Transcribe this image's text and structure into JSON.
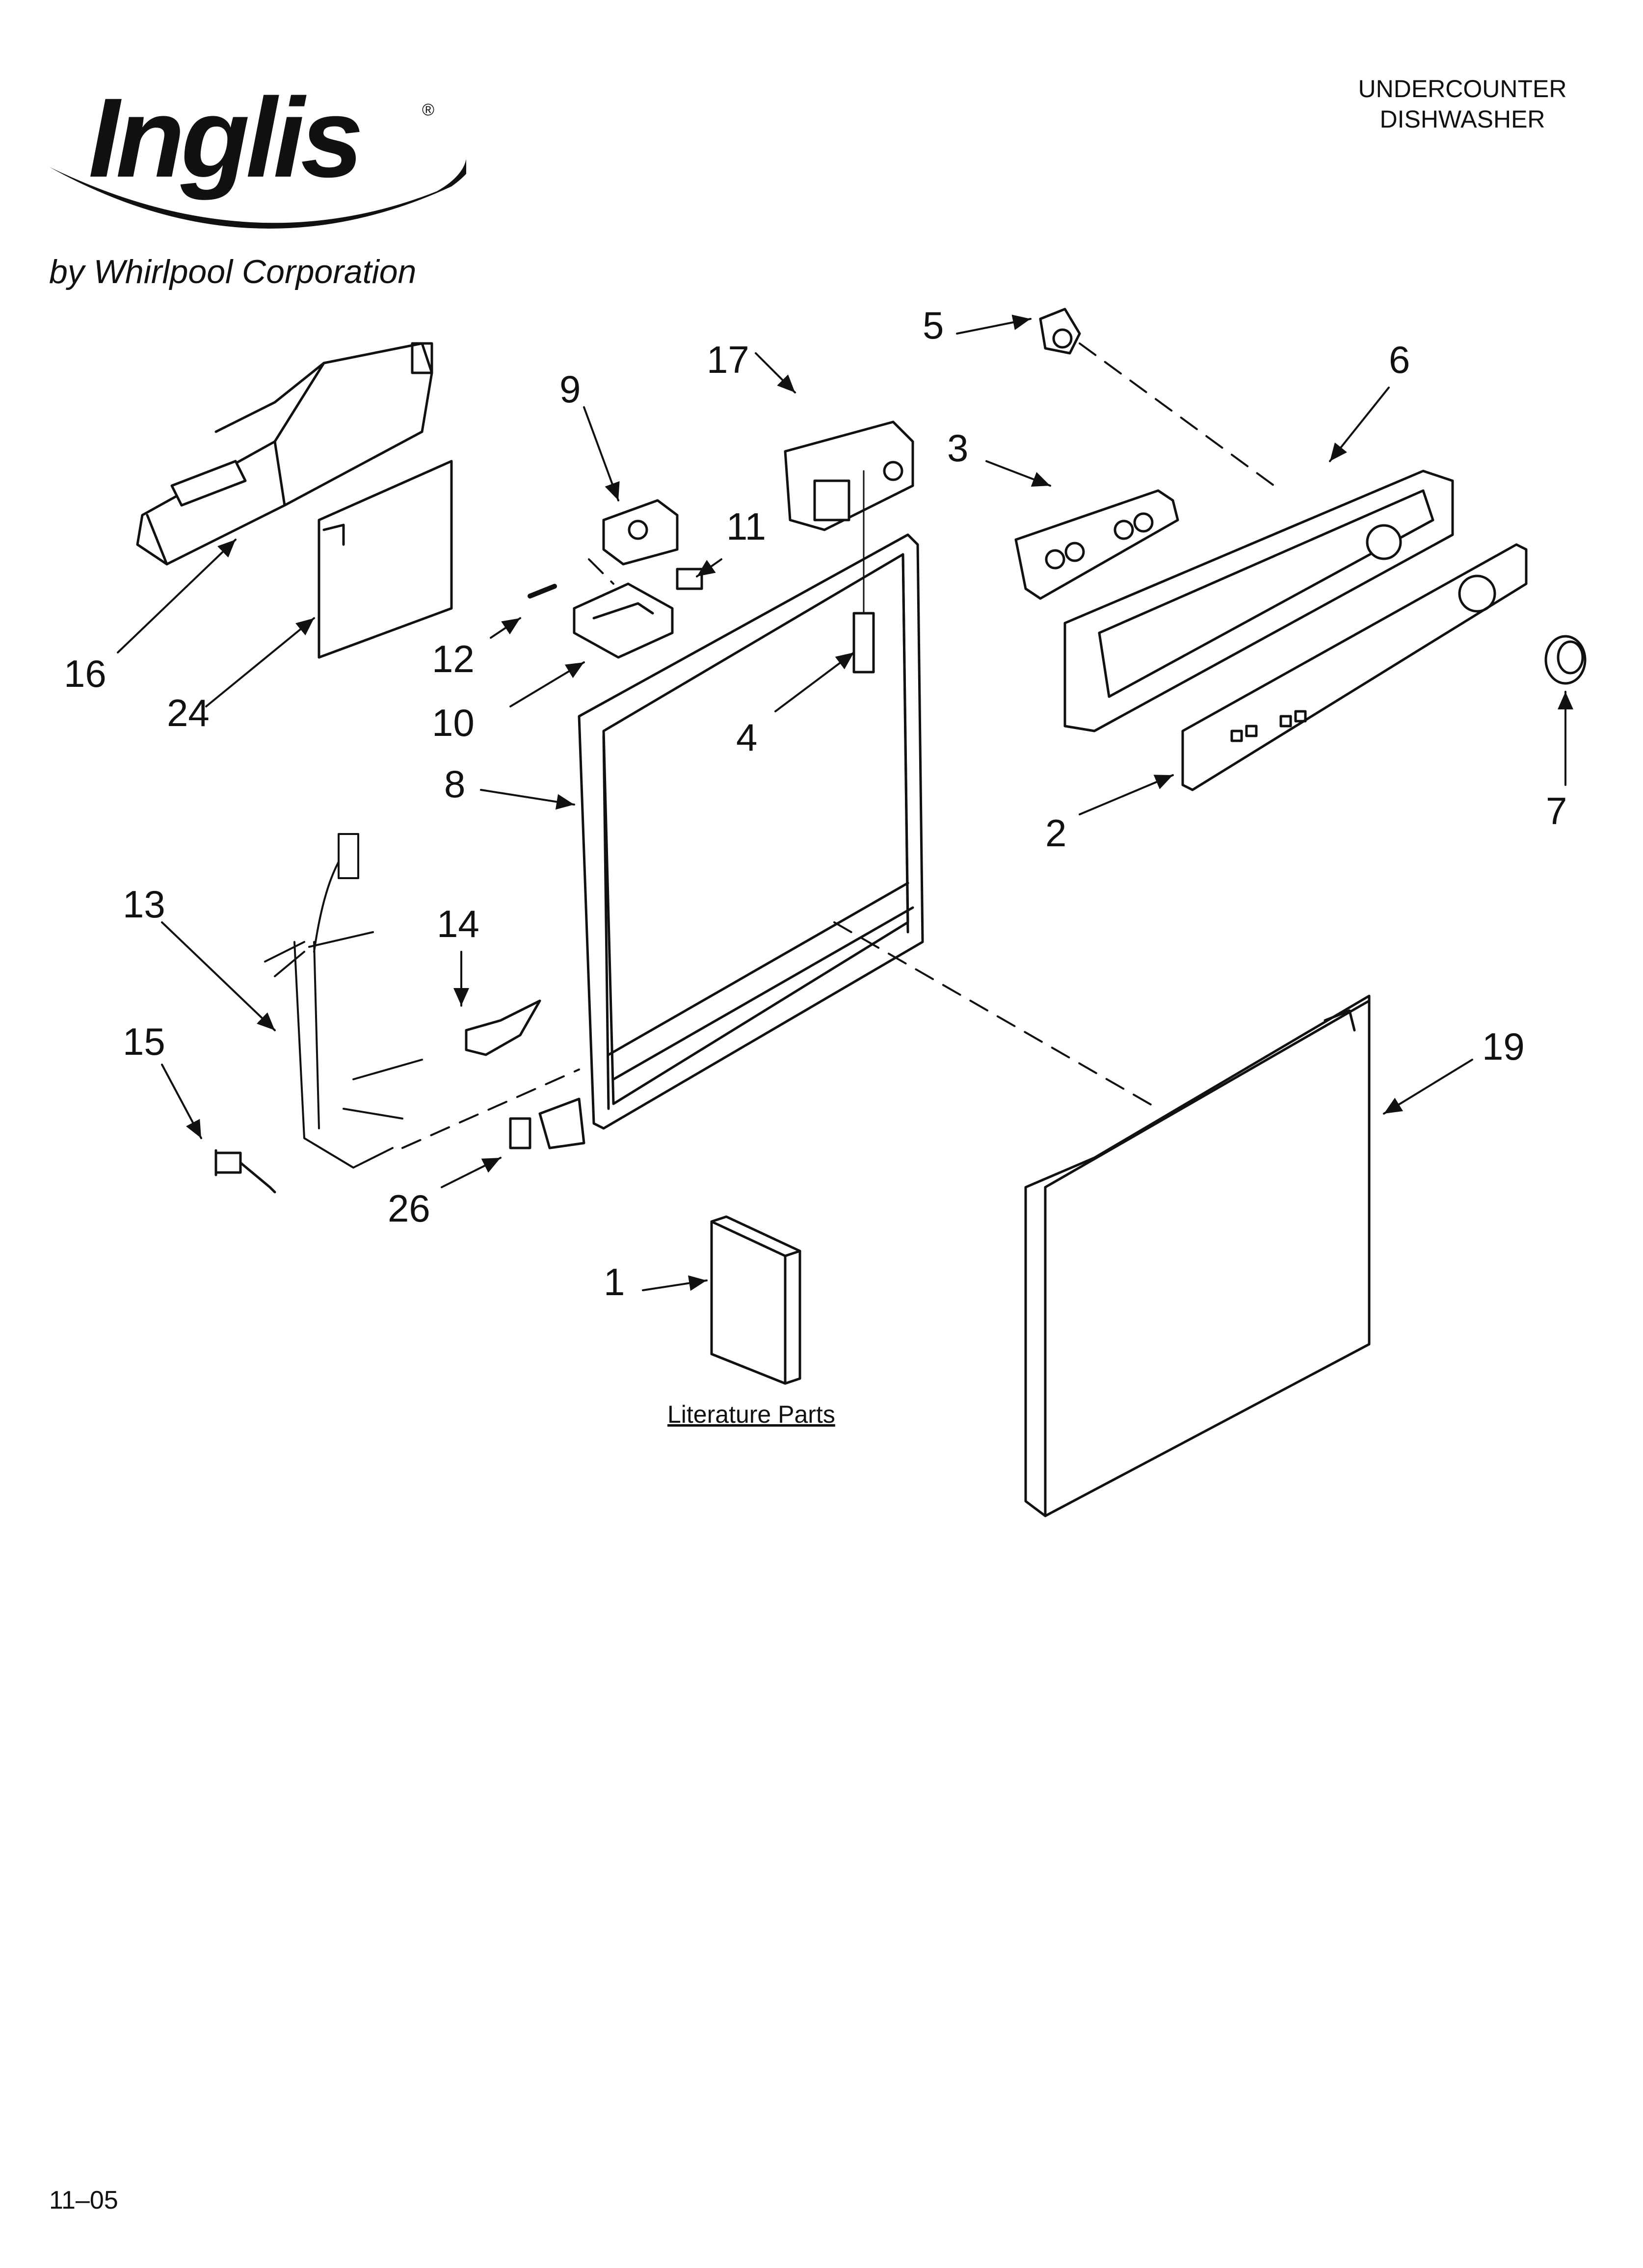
{
  "brand": {
    "logo_text": "Inglis",
    "subtitle": "by Whirlpool Corporation"
  },
  "document": {
    "title_line1": "UNDERCOUNTER",
    "title_line2": "DISHWASHER",
    "code": "11–05"
  },
  "callouts": {
    "c1": "1",
    "c2": "2",
    "c3": "3",
    "c4": "4",
    "c5": "5",
    "c6": "6",
    "c7": "7",
    "c8": "8",
    "c9": "9",
    "c10": "10",
    "c11": "11",
    "c12": "12",
    "c13": "13",
    "c14": "14",
    "c15": "15",
    "c16": "16",
    "c17": "17",
    "c19": "19",
    "c24": "24",
    "c26": "26"
  },
  "literature_label": "Literature Parts"
}
